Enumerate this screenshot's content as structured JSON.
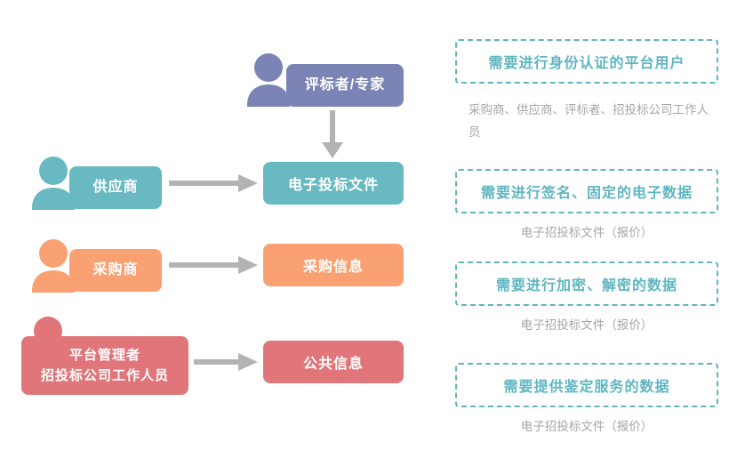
{
  "diagram": {
    "title_present": false,
    "colors": {
      "purple": "#7b84b4",
      "teal": "#68b9c1",
      "orange": "#f9a173",
      "red": "#e0767a",
      "arrow_gray": "#b3b3b3",
      "dashed_border": "#5fb6c1",
      "dashed_label": "#5fb6c1",
      "note_gray": "#a6a6a6",
      "background": "#ffffff"
    },
    "actors": [
      {
        "id": "expert",
        "icon": "person-icon",
        "lines": [
          "评标者/专家"
        ],
        "color": "#7b84b4"
      },
      {
        "id": "supplier",
        "icon": "person-icon",
        "lines": [
          "供应商"
        ],
        "color": "#68b9c1"
      },
      {
        "id": "purchaser",
        "icon": "person-icon",
        "lines": [
          "采购商"
        ],
        "color": "#f9a173"
      },
      {
        "id": "platform-admin",
        "icon": "person-icon",
        "lines": [
          "平台管理者",
          "招投标公司工作人员"
        ],
        "color": "#e0767a"
      }
    ],
    "assets": [
      {
        "id": "electronic-bid-document",
        "label": "电子投标文件",
        "color": "#68b9c1"
      },
      {
        "id": "procurement-information",
        "label": "采购信息",
        "color": "#f9a173"
      },
      {
        "id": "public-information",
        "label": "公共信息",
        "color": "#e0767a"
      }
    ],
    "arrows": [
      {
        "id": "expert-to-bid-document",
        "direction": "down"
      },
      {
        "id": "supplier-to-bid-document",
        "direction": "right"
      },
      {
        "id": "purchaser-to-procurement-info",
        "direction": "right"
      },
      {
        "id": "admin-to-public-info",
        "direction": "right"
      }
    ],
    "requirements": [
      {
        "id": "identity-authentication",
        "label": "需要进行身份认证的平台用户",
        "note": "采购商、供应商、评标者、招投标公司工作人员",
        "note_align": "left"
      },
      {
        "id": "signature-fixation",
        "label": "需要进行签名、固定的电子数据",
        "note": "电子招投标文件（报价）",
        "note_align": "center"
      },
      {
        "id": "encryption-decryption",
        "label": "需要进行加密、解密的数据",
        "note": "电子招投标文件（报价）",
        "note_align": "center"
      },
      {
        "id": "forensic-service",
        "label": "需要提供鉴定服务的数据",
        "note": "电子招投标文件（报价）",
        "note_align": "center"
      }
    ]
  }
}
